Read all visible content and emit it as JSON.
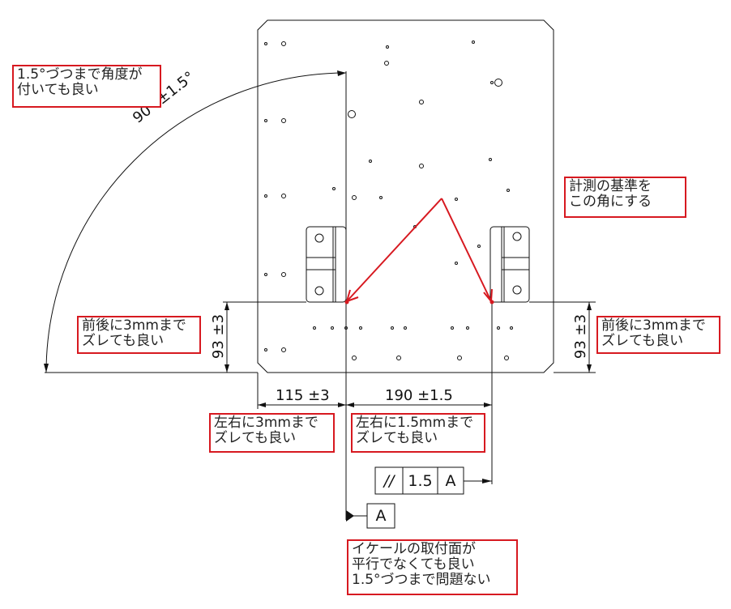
{
  "notes": {
    "angle": {
      "line1": "1.5°づつまで角度が",
      "line2": "付いても良い"
    },
    "reference": {
      "line1": "計測の基準を",
      "line2": "この角にする"
    },
    "front_back_left": {
      "line1": "前後に3mmまで",
      "line2": "ズレても良い"
    },
    "front_back_right": {
      "line1": "前後に3mmまで",
      "line2": "ズレても良い"
    },
    "lateral_3": {
      "line1": "左右に3mmまで",
      "line2": "ズレても良い"
    },
    "lateral_1_5": {
      "line1": "左右に1.5mmまで",
      "line2": "ズレても良い"
    },
    "parallel": {
      "line1": "イケールの取付面が",
      "line2": "平行でなくても良い",
      "line3": "1.5°づつまで問題ない"
    }
  },
  "dimensions": {
    "angle": "90° ±1.5°",
    "left_offset": "93 ±3",
    "right_offset": "93 ±3",
    "left_width": "115 ±3",
    "center_width": "190 ±1.5"
  },
  "tolerance_frame": {
    "symbol": "//",
    "value": "1.5",
    "datum": "A"
  },
  "datum": {
    "label": "A"
  },
  "colors": {
    "annotation": "#d71920",
    "line": "#111111"
  }
}
